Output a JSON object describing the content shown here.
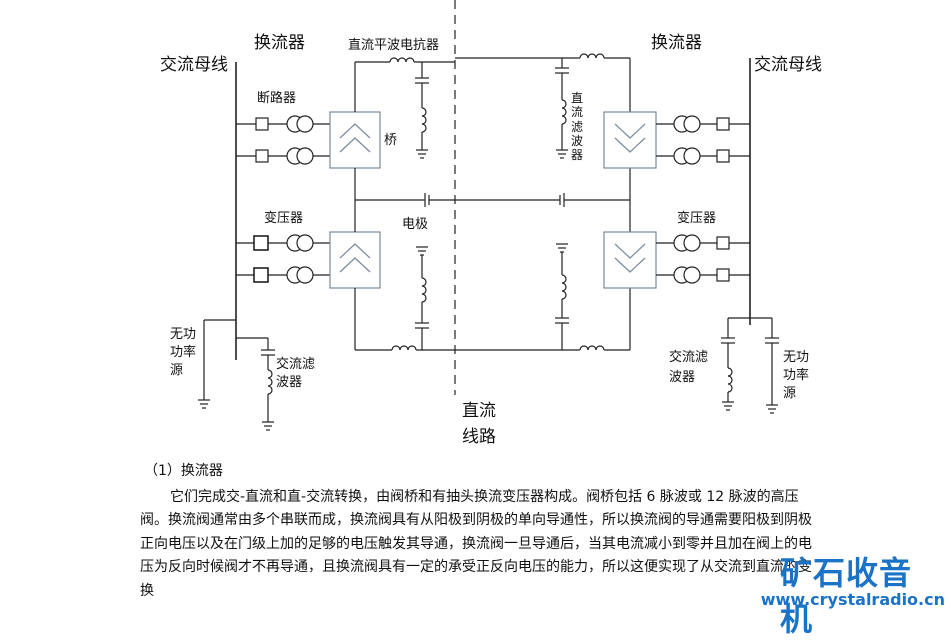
{
  "labels": {
    "ac_bus_left": "交流母线",
    "converter_left": "换流器",
    "dc_reactor": "直流平波电抗器",
    "converter_right": "换流器",
    "ac_bus_right": "交流母线",
    "breaker": "断路器",
    "bridge": "桥",
    "dc_filter": [
      "直",
      "流",
      "滤",
      "波",
      "器"
    ],
    "transformer_left": "变压器",
    "electrode": "电极",
    "transformer_right": "变压器",
    "reactive_left": [
      "无功",
      "功率",
      "源"
    ],
    "ac_filter_left": [
      "交流滤",
      "波器"
    ],
    "dc_line": [
      "直流",
      "线路"
    ],
    "ac_filter_right": [
      "交流滤",
      "波器"
    ],
    "reactive_right": [
      "无功",
      "功率",
      "源"
    ]
  },
  "article": {
    "heading": "（1）换流器",
    "paragraph": "它们完成交-直流和直-交流转换，由阀桥和有抽头换流变压器构成。阀桥包括 6 脉波或 12 脉波的高压阀。换流阀通常由多个串联而成，换流阀具有从阳极到阴极的单向导通性，所以换流阀的导通需要阳极到阴极正向电压以及在门级上加的足够的电压触发其导通，换流阀一旦导通后，当其电流减小到零并且加在阀上的电压为反向时候阀才不再导通，且换流阀具有一定的承受正反向电压的能力，所以这便实现了从交流到直流的变换"
  },
  "watermark": {
    "title": "矿石收音机",
    "url": "www.crystalradio.cn"
  },
  "colors": {
    "line": "#222222",
    "valve_line": "#7a8a9a",
    "watermark": "#1a73c7"
  }
}
